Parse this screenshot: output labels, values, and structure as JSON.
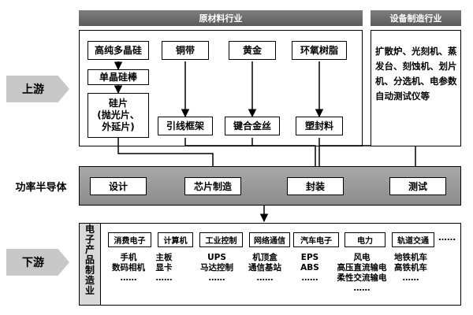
{
  "stages": {
    "upstream": "上游",
    "power_semi": "功率半导体",
    "downstream": "下游"
  },
  "raw_materials": {
    "header": "原材料行业",
    "polysilicon": "高纯多晶硅",
    "monocrystal": "单晶硅棒",
    "wafer": "硅片\n(抛光片、\n外延片)",
    "copper": "铜带",
    "gold": "黄金",
    "epoxy": "环氧树脂",
    "leadframe": "引线框架",
    "bondwire": "键合金丝",
    "molding": "塑封料"
  },
  "equipment": {
    "header": "设备制造行业",
    "text": "扩散炉、光刻机、蒸发台、刻蚀机、划片机、分选机、电参数自动测试仪等"
  },
  "process": {
    "design": "设计",
    "chip": "芯片制造",
    "package": "封装",
    "test": "测试"
  },
  "downstream": {
    "side_label": "电子产品制造业",
    "categories": [
      {
        "label": "消费电子",
        "items": "手机\n数码相机\n……"
      },
      {
        "label": "计算机",
        "items": "主板\n显卡\n……"
      },
      {
        "label": "工业控制",
        "items": "UPS\n马达控制\n……"
      },
      {
        "label": "网络通信",
        "items": "机顶盒\n通信基站\n……"
      },
      {
        "label": "汽车电子",
        "items": "EPS\nABS\n……"
      },
      {
        "label": "电力",
        "items": "风电\n高压直流输电\n柔性交流输电\n……"
      },
      {
        "label": "轨道交通",
        "items": "地铁机车\n高铁机车\n……"
      }
    ],
    "more": "……"
  }
}
